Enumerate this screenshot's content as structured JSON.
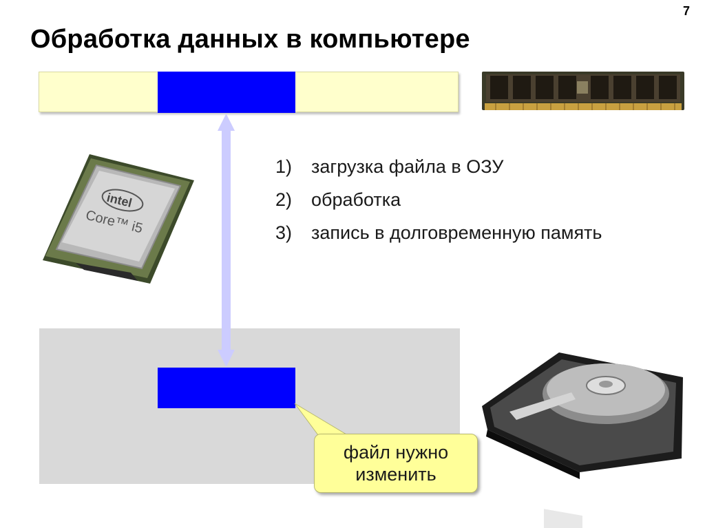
{
  "slide": {
    "number": "7",
    "title": "Обработка данных в компьютере"
  },
  "steps": [
    {
      "num": "1)",
      "text": "загрузка файла в ОЗУ"
    },
    {
      "num": "2)",
      "text": "обработка"
    },
    {
      "num": "3)",
      "text": "запись в долговременную память"
    }
  ],
  "callout": {
    "text": "файл нужно изменить"
  },
  "cpu": {
    "brand": "intel",
    "model": "Core™ i5"
  },
  "colors": {
    "ram_bar": "#ffffcc",
    "file_block": "#0000ff",
    "disk_area": "#d9d9d9",
    "arrow": "#ccccff",
    "callout": "#ffff99"
  },
  "icons": [
    "ram-module-icon",
    "cpu-chip-icon",
    "hard-disk-icon",
    "double-arrow-icon"
  ]
}
